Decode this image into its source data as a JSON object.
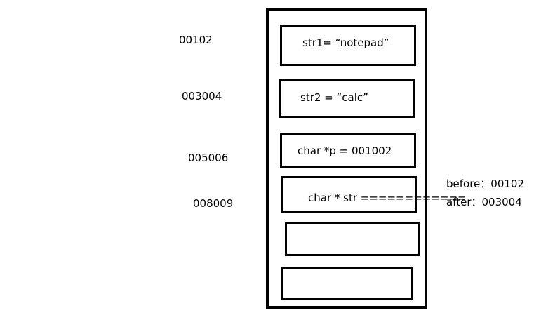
{
  "addresses": [
    "00102",
    "003004",
    "005006",
    "008009"
  ],
  "cells": [
    {
      "text": "str1=  “notepad”"
    },
    {
      "text": "str2 =  “calc”"
    },
    {
      "text": "char *p = 001002"
    },
    {
      "text": "char * str ============"
    },
    {
      "text": ""
    },
    {
      "text": ""
    }
  ],
  "annotation": {
    "before": "before：00102",
    "after": "after：003004"
  }
}
